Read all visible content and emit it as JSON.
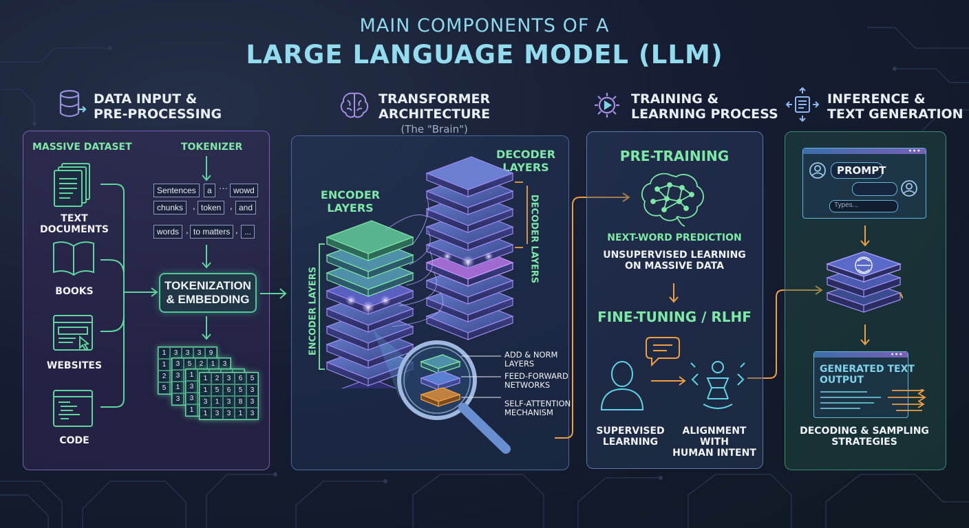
{
  "title": {
    "line1": "MAIN COMPONENTS OF A",
    "line2": "LARGE LANGUAGE MODEL (LLM)"
  },
  "sections": {
    "data_input": {
      "title_line1": "DATA INPUT &",
      "title_line2": "PRE-PROCESSING",
      "massive_dataset": "MASSIVE DATASET",
      "tokenizer": "TOKENIZER",
      "sources": [
        "TEXT DOCUMENTS",
        "BOOKS",
        "WEBSITES",
        "CODE"
      ],
      "tokens": {
        "row1": [
          "Sentences",
          "a",
          "wowd"
        ],
        "row1_sep": "···",
        "row2": [
          "chunks",
          "token",
          "and"
        ],
        "row3": [
          "words",
          "to matters",
          "..."
        ],
        "comma": ","
      },
      "tokenization_box": {
        "line1": "TOKENIZATION",
        "line2": "& EMBEDDING"
      },
      "matrices": [
        [
          "1",
          "3",
          "3",
          "3",
          "9",
          "1",
          "3",
          "3",
          "1",
          "9",
          "2",
          "2",
          "3",
          "5",
          "3",
          "5",
          "2",
          "1",
          "3",
          "2"
        ],
        [
          "3",
          "5",
          "2",
          "1",
          "3",
          "3",
          "3",
          "6",
          "3",
          "5",
          "1",
          "3",
          "5",
          "8",
          "3",
          "3",
          "5",
          "3",
          "2",
          "3"
        ],
        [
          "1",
          "2",
          "3",
          "5",
          "5",
          "3",
          "1",
          "2",
          "3",
          "5",
          "3",
          "5",
          "6",
          "5",
          "3",
          "1",
          "8",
          "3",
          "1",
          "3"
        ],
        [
          "1",
          "2",
          "3",
          "6",
          "5",
          "1",
          "5",
          "6",
          "5",
          "3",
          "3",
          "1",
          "3",
          "8",
          "3",
          "1",
          "3",
          "3",
          "1",
          "3"
        ]
      ]
    },
    "transformer": {
      "title_line1": "TRANSFORMER",
      "title_line2": "ARCHITECTURE",
      "subtitle": "(The \"Brain\")",
      "encoder_label_line1": "ENCODER",
      "encoder_label_line2": "LAYERS",
      "decoder_label_line1": "DECODER",
      "decoder_label_line2": "LAYERS",
      "encoder_vertical": "ENCODER LAYERS",
      "decoder_vertical": "DECODER LAYERS",
      "components": [
        {
          "line1": "ADD & NORM",
          "line2": "LAYERS"
        },
        {
          "line1": "FEED-FORWARD",
          "line2": "NETWORKS"
        },
        {
          "line1": "SELF-ATTENTION",
          "line2": "MECHANISM"
        }
      ]
    },
    "training": {
      "title_line1": "TRAINING &",
      "title_line2": "LEARNING PROCESS",
      "pretraining": "PRE-TRAINING",
      "next_word": "NEXT-WORD PREDICTION",
      "unsupervised_line1": "UNSUPERVISED LEARNING",
      "unsupervised_line2": "ON MASSIVE DATA",
      "finetuning": "FINE-TUNING / RLHF",
      "supervised_line1": "SUPERVISED",
      "supervised_line2": "LEARNING",
      "alignment_line1": "ALIGNMENT WITH",
      "alignment_line2": "HUMAN INTENT"
    },
    "inference": {
      "title_line1": "INFERENCE &",
      "title_line2": "TEXT GENERATION",
      "prompt": "PROMPT",
      "input_placeholder": "Types...",
      "generated_line1": "GENERATED TEXT",
      "generated_line2": "OUTPUT",
      "decoding_line1": "DECODING & SAMPLING",
      "decoding_line2": "STRATEGIES"
    }
  },
  "colors": {
    "accent_teal": "#7ee8a6",
    "accent_orange": "#f0a040",
    "title_cyan": "#92dcee",
    "panel_purple": "#7a5fb0"
  }
}
